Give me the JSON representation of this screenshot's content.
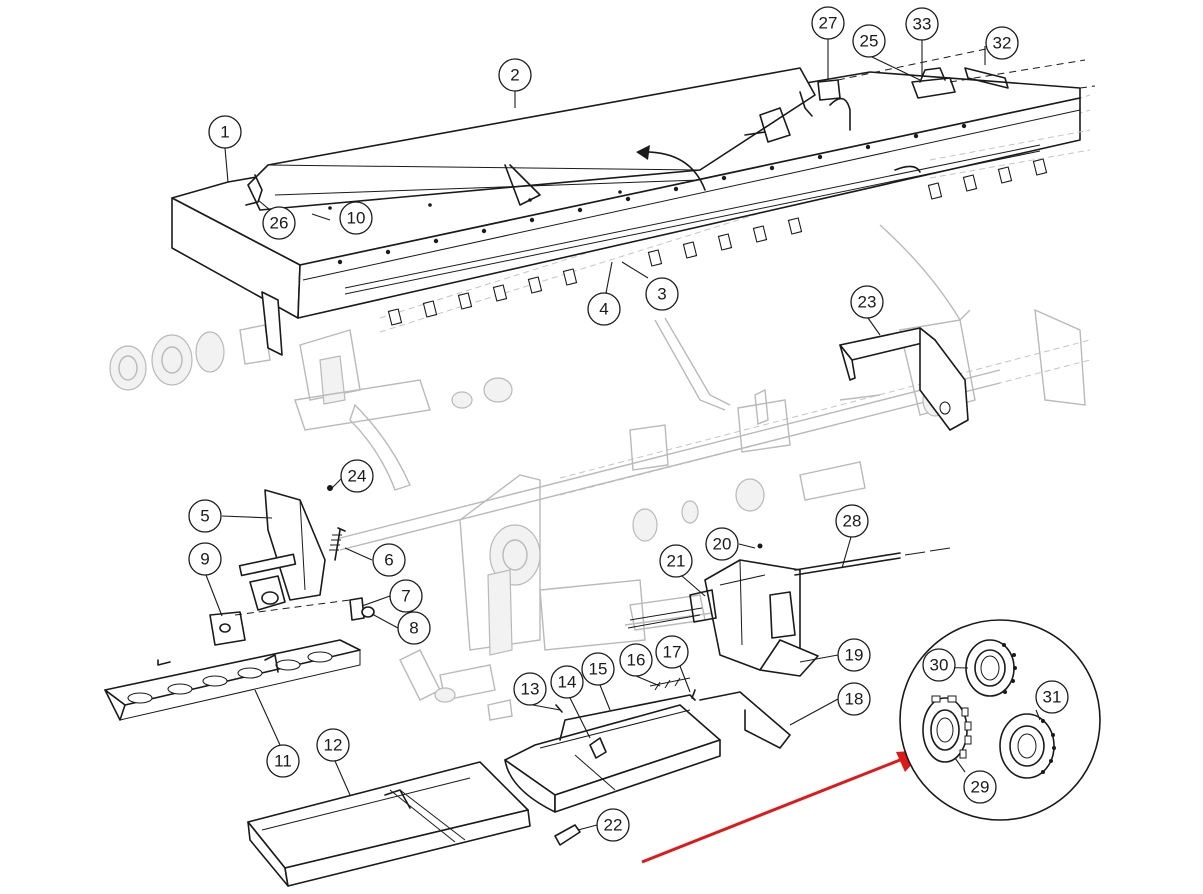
{
  "callouts": [
    {
      "label": "1"
    },
    {
      "label": "2"
    },
    {
      "label": "3"
    },
    {
      "label": "4"
    },
    {
      "label": "5"
    },
    {
      "label": "6"
    },
    {
      "label": "7"
    },
    {
      "label": "8"
    },
    {
      "label": "9"
    },
    {
      "label": "10"
    },
    {
      "label": "11"
    },
    {
      "label": "12"
    },
    {
      "label": "13"
    },
    {
      "label": "14"
    },
    {
      "label": "15"
    },
    {
      "label": "16"
    },
    {
      "label": "17"
    },
    {
      "label": "18"
    },
    {
      "label": "19"
    },
    {
      "label": "20"
    },
    {
      "label": "21"
    },
    {
      "label": "22"
    },
    {
      "label": "23"
    },
    {
      "label": "24"
    },
    {
      "label": "25"
    },
    {
      "label": "26"
    },
    {
      "label": "27"
    },
    {
      "label": "28"
    },
    {
      "label": "29"
    },
    {
      "label": "30"
    },
    {
      "label": "31"
    },
    {
      "label": "32"
    },
    {
      "label": "33"
    }
  ],
  "colors": {
    "line": "#1a1a1a",
    "ghost": "#b9b9b9",
    "highlight_arrow": "#e01818",
    "background": "#ffffff"
  }
}
